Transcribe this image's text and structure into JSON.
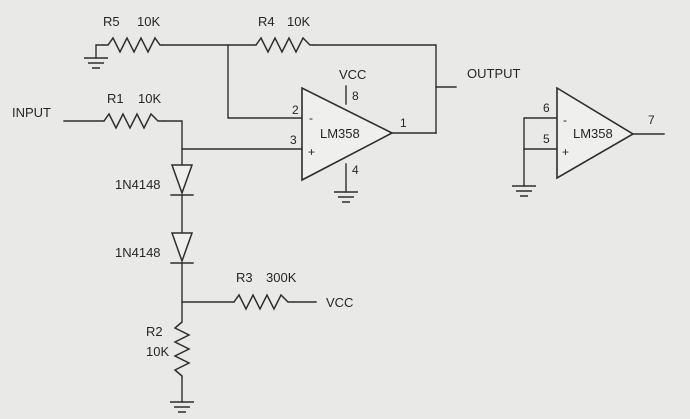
{
  "components": {
    "r5": {
      "ref": "R5",
      "value": "10K"
    },
    "r4": {
      "ref": "R4",
      "value": "10K"
    },
    "r1": {
      "ref": "R1",
      "value": "10K"
    },
    "r3": {
      "ref": "R3",
      "value": "300K"
    },
    "r2": {
      "ref": "R2",
      "value": "10K"
    },
    "d1": {
      "part": "1N4148"
    },
    "d2": {
      "part": "1N4148"
    },
    "u1": {
      "part": "LM358",
      "pin_inv": "2",
      "pin_noninv": "3",
      "pin_out": "1",
      "pin_vcc": "8",
      "pin_gnd": "4",
      "sign_minus": "-",
      "sign_plus": "+"
    },
    "u2": {
      "part": "LM358",
      "pin_inv": "6",
      "pin_noninv": "5",
      "pin_out": "7",
      "sign_minus": "-",
      "sign_plus": "+"
    }
  },
  "nets": {
    "input": "INPUT",
    "output": "OUTPUT",
    "vcc_top": "VCC",
    "vcc_right": "VCC"
  }
}
